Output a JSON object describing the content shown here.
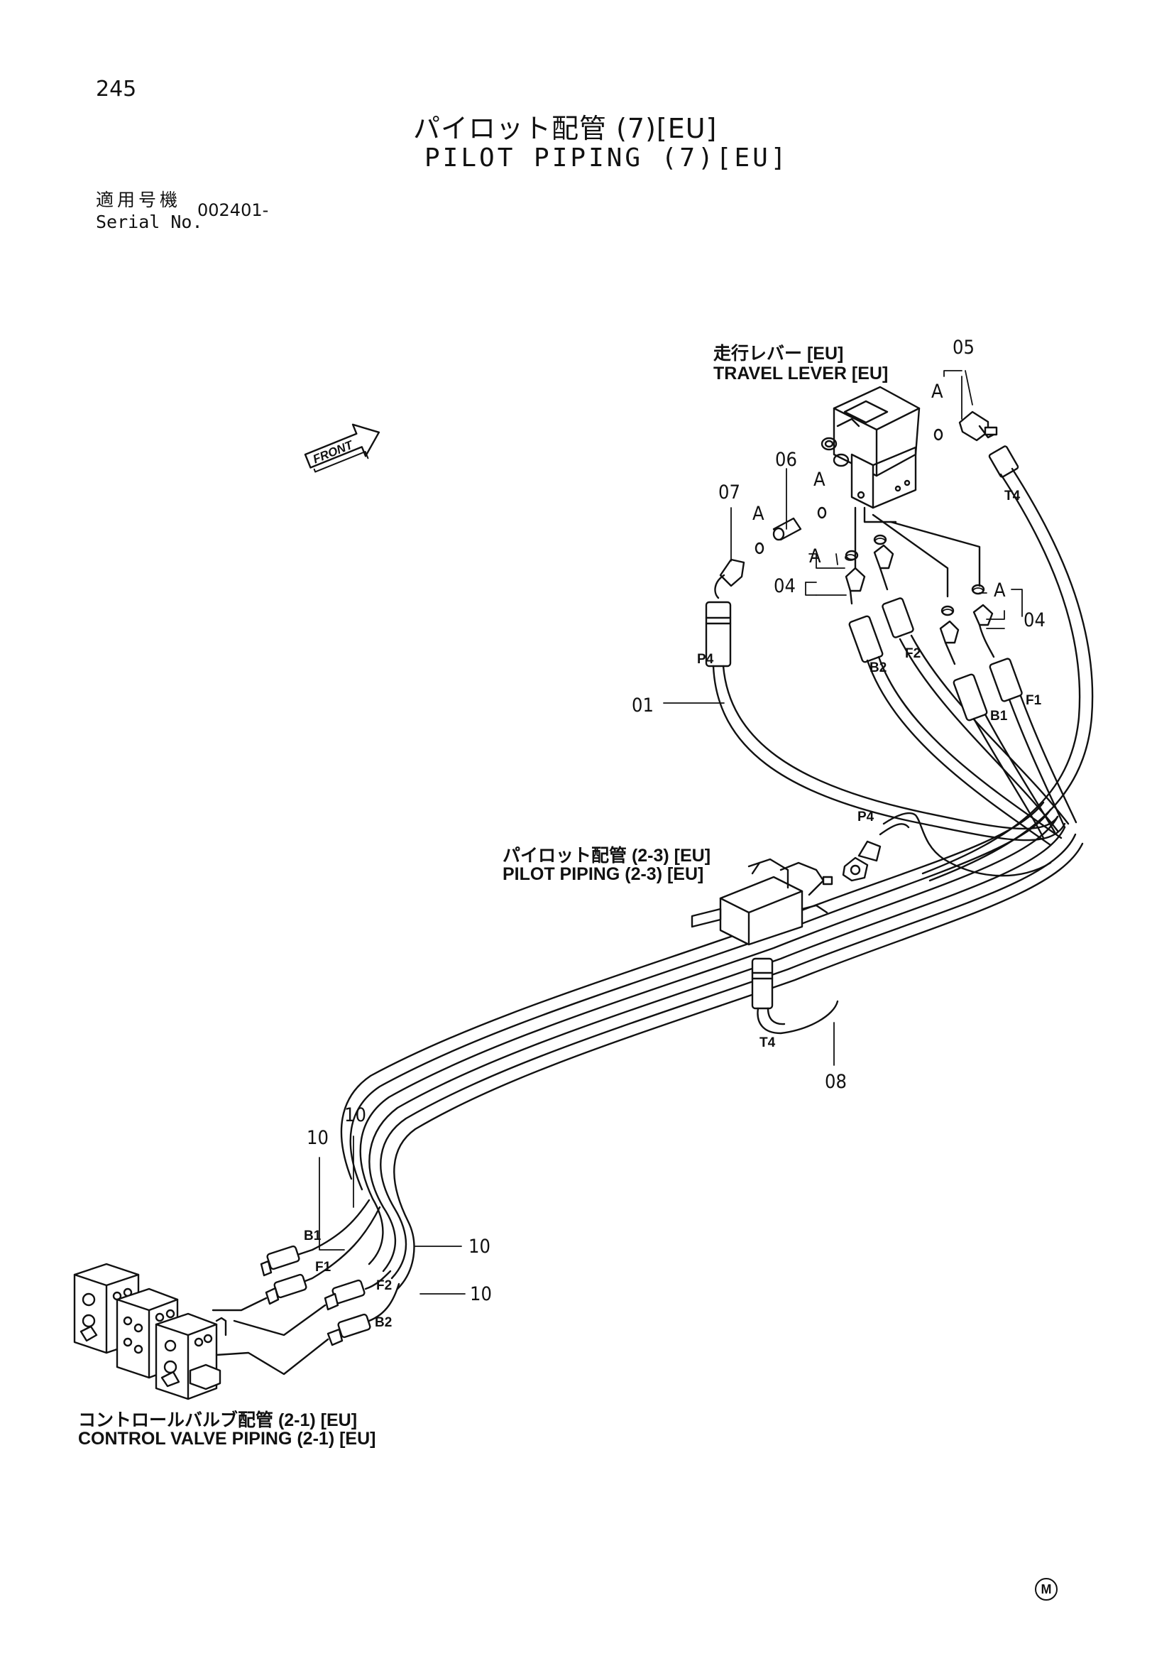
{
  "page_number": "245",
  "title": {
    "jp": "パイロット配管 (7)[EU]",
    "en": "PILOT PIPING (7)[EU]"
  },
  "serial": {
    "label_jp": "適用号機",
    "label_en": "Serial No.",
    "value": "002401-"
  },
  "labels": {
    "travel_lever_jp": "走行レバー [EU]",
    "travel_lever_en": "TRAVEL LEVER [EU]",
    "pilot_piping_jp": "パイロット配管 (2-3) [EU]",
    "pilot_piping_en": "PILOT PIPING (2-3) [EU]",
    "control_valve_jp": "コントロールバルブ配管 (2-1) [EU]",
    "control_valve_en": "CONTROL VALVE PIPING (2-1) [EU]",
    "front": "FRONT"
  },
  "callouts": {
    "c01": "01",
    "c04a": "04",
    "c04b": "04",
    "c05": "05",
    "c06": "06",
    "c07": "07",
    "c08": "08",
    "c10a": "10",
    "c10b": "10",
    "c10c": "10",
    "c10d": "10",
    "a1": "A",
    "a2": "A",
    "a3": "A",
    "a4": "A",
    "a5": "A"
  },
  "port_labels": {
    "t4_top": "T4",
    "p4_top": "P4",
    "b2_top": "B2",
    "f2_top": "F2",
    "b1_top": "B1",
    "f1_top": "F1",
    "p4_mid": "P4",
    "t4_mid": "T4",
    "b1_bot": "B1",
    "f1_bot": "F1",
    "f2_bot": "F2",
    "b2_bot": "B2"
  },
  "mark": "M"
}
